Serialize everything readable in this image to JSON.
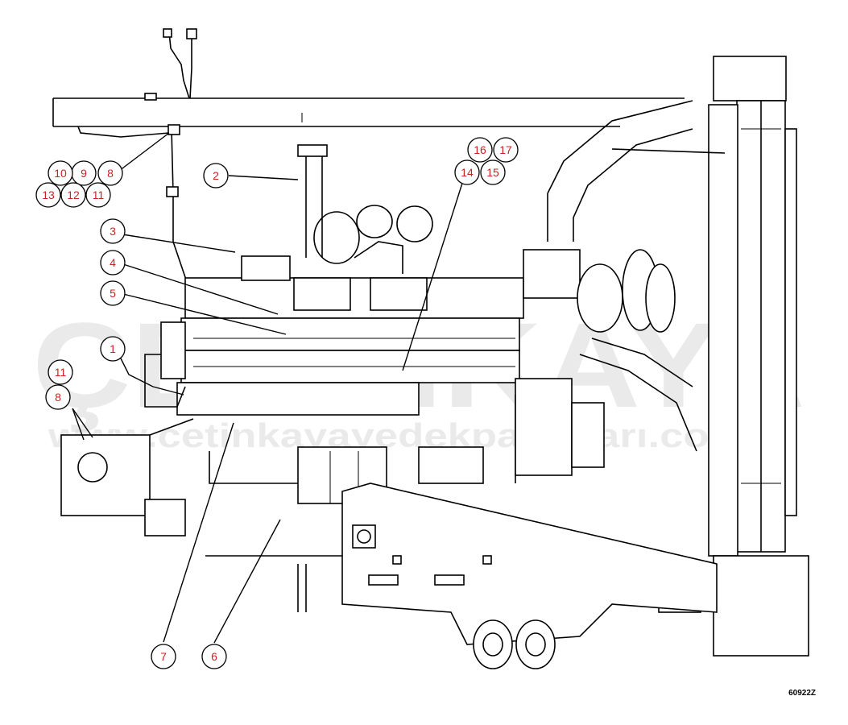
{
  "drawing_id": "60922Z",
  "watermark": {
    "brand": "ÇETİNKAYA",
    "url": "www.cetinkayayedekparcaları.com.tr"
  },
  "callouts": [
    {
      "label": "1"
    },
    {
      "label": "2"
    },
    {
      "label": "3"
    },
    {
      "label": "4"
    },
    {
      "label": "5"
    },
    {
      "label": "6"
    },
    {
      "label": "7"
    },
    {
      "label": "8"
    },
    {
      "label": "9"
    },
    {
      "label": "10"
    },
    {
      "label": "11"
    },
    {
      "label": "12"
    },
    {
      "label": "13"
    },
    {
      "label": "14"
    },
    {
      "label": "15"
    },
    {
      "label": "16"
    },
    {
      "label": "17"
    },
    {
      "label": "11"
    },
    {
      "label": "8"
    }
  ],
  "colors": {
    "callout_text": "#cc2222",
    "line": "#000000",
    "watermark": "#d9d9d9"
  }
}
